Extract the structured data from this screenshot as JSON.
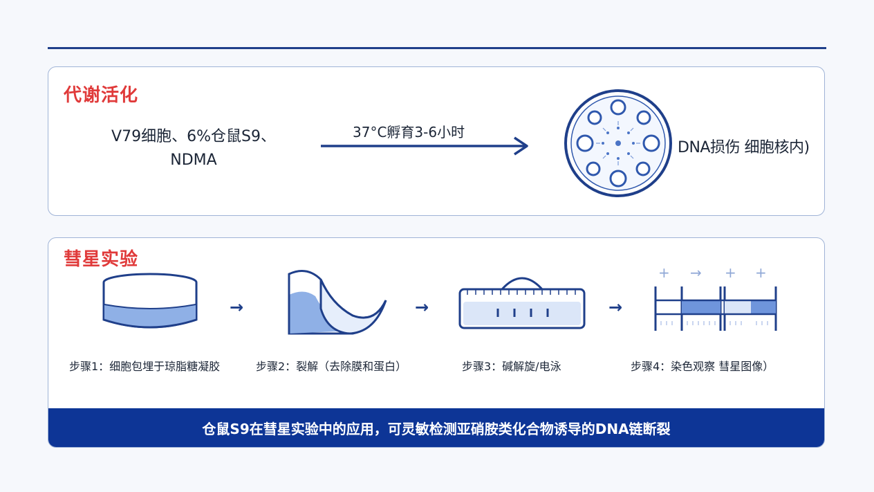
{
  "metabolic_activation": {
    "title": "代谢活化",
    "reagents_line1": "V79细胞、6%仓鼠S9、",
    "reagents_line2": "NDMA",
    "incubation": "37°C孵育3-6小时",
    "result": "DNA损伤 细胞核内)"
  },
  "comet_assay": {
    "title": "彗星实验",
    "steps": [
      {
        "label": "步骤1：细胞包埋于琼脂糖凝胶",
        "icon": "petri-dish-icon"
      },
      {
        "label": "步骤2：裂解（去除膜和蛋白）",
        "icon": "lysis-icon"
      },
      {
        "label": "步骤3：碱解旋/电泳",
        "icon": "electrophoresis-icon"
      },
      {
        "label": "步骤4：染色观察 彗星图像）",
        "icon": "comet-gel-icon"
      }
    ],
    "arrow_glyph": "→",
    "gel_symbols": [
      "+",
      "→",
      "+",
      "+"
    ]
  },
  "footer": {
    "text": "仓鼠S9在彗星实验中的应用，可灵敏检测亚硝胺类化合物诱导的DNA链断裂"
  },
  "colors": {
    "accent": "#1f3f8a",
    "title_red": "#e03a3a",
    "banner": "#0d3596",
    "light_blue": "#8fb0e6"
  }
}
